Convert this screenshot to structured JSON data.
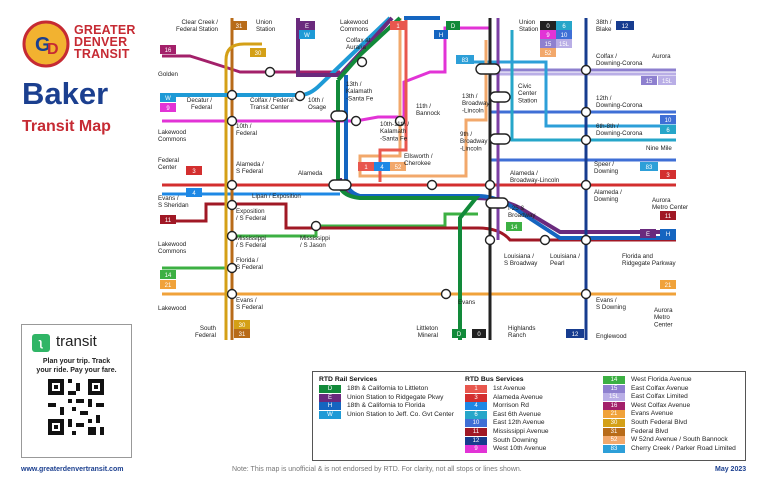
{
  "brand": {
    "logo_line1": "GREATER",
    "logo_line2": "DENVER",
    "logo_line3": "TRANSIT",
    "title": "Baker",
    "subtitle": "Transit Map"
  },
  "transit_app": {
    "name": "transit",
    "tagline1": "Plan your trip. Track",
    "tagline2": "your ride. Pay your fare."
  },
  "footer": {
    "website": "www.greaterdenvertransit.com",
    "note": "Note: This map is unofficial & is not endorsed by RTD. For clarity, not all stops or lines shown.",
    "date": "May 2023"
  },
  "colors": {
    "brand_red": "#c62a33",
    "brand_blue": "#1b3f8f",
    "rail_D": "#128a3a",
    "rail_E": "#6a2a7d",
    "rail_H": "#1565c0",
    "rail_W": "#1e9ad6"
  },
  "legend": {
    "rail_title": "RTD Rail Services",
    "bus_title": "RTD Bus Services",
    "rail": [
      {
        "route": "D",
        "name": "18th & California to Littleton",
        "color": "#128a3a"
      },
      {
        "route": "E",
        "name": "Union Station to Ridgegate Pkwy",
        "color": "#6a2a7d"
      },
      {
        "route": "H",
        "name": "18th & California to Florida",
        "color": "#1565c0"
      },
      {
        "route": "W",
        "name": "Union Station to Jeff. Co. Gvt Center",
        "color": "#1e9ad6"
      }
    ],
    "bus_col1": [
      {
        "route": "1",
        "name": "1st Avenue",
        "color": "#e8574e"
      },
      {
        "route": "3",
        "name": "Alameda Avenue",
        "color": "#d32f2f"
      },
      {
        "route": "4",
        "name": "Morrison Rd",
        "color": "#1e88e5"
      },
      {
        "route": "6",
        "name": "East 6th Avenue",
        "color": "#26a6c9"
      },
      {
        "route": "10",
        "name": "East 12th Avenue",
        "color": "#3f6fd6"
      },
      {
        "route": "11",
        "name": "Mississippi Avenue",
        "color": "#a01825"
      },
      {
        "route": "12",
        "name": "South Downing",
        "color": "#173c8f"
      },
      {
        "route": "9",
        "name": "West 10th Avenue",
        "color": "#e233d6"
      }
    ],
    "bus_col2": [
      {
        "route": "14",
        "name": "West Florida Avenue",
        "color": "#3cb043"
      },
      {
        "route": "15",
        "name": "East Colfax Avenue",
        "color": "#8e80cf"
      },
      {
        "route": "15L",
        "name": "East Colfax Limited",
        "color": "#b9aee6"
      },
      {
        "route": "16",
        "name": "West Colfax Avenue",
        "color": "#a3206a"
      },
      {
        "route": "21",
        "name": "Evans Avenue",
        "color": "#f0a23a"
      },
      {
        "route": "30",
        "name": "South Federal Blvd",
        "color": "#d4a017"
      },
      {
        "route": "31",
        "name": "Federal Blvd",
        "color": "#b86b18"
      },
      {
        "route": "52",
        "name": "W 52nd Avenue / South Bannock",
        "color": "#f2a86b"
      },
      {
        "route": "83",
        "name": "Cherry Creek / Parker Road Limited",
        "color": "#2d9fd8"
      }
    ]
  },
  "stations": {
    "clear_creek": "Clear Creek /\nFederal Station",
    "union_top": "Union\nStation",
    "lakewood_commons_aur": "Lakewood\nCommons",
    "union_right": "Union\nStation",
    "blake": "38th /\nBlake",
    "golden": "Golden",
    "colfax_auraria": "Colfax at\nAuraria",
    "decatur": "Decatur /\nFederal",
    "colfax_federal": "Colfax / Federal\nTransit Center",
    "osage": "10th /\nOsage",
    "kalamath13": "13th /\nKalamath\n-Santa Fe",
    "bannock11": "11th /\nBannock",
    "broadway13": "13th /\nBroadway\n-Lincoln",
    "civic": "Civic\nCenter\nStation",
    "colfax_downing": "Colfax /\nDowning-Corona",
    "aurora1": "Aurora",
    "lakewood_commons_l": "Lakewood\nCommons",
    "federal10": "10th /\nFederal",
    "kalamath10": "10th-11th /\nKalamath\n-Santa Fe",
    "broadway9": "9th /\nBroadway\n-Lincoln",
    "downing12": "12th /\nDowning-Corona",
    "downing6": "6th-8th /\nDowning-Corona",
    "ninemile": "Nine Mile",
    "federal_center": "Federal\nCenter",
    "alameda_federal": "Alameda /\nS Federal",
    "alameda": "Alameda",
    "ellsworth": "Ellsworth /\nCherokee",
    "alameda_broadway": "Alameda /\nBroadway-Lincoln",
    "speer": "Speer /\nDowning",
    "sheridan": "Evans /\nS Sheridan",
    "lipan": "Lipan / Exposition",
    "alameda_downing": "Alameda /\nDowning",
    "aurora_metro1": "Aurora\nMetro Center",
    "exposition": "Exposition\n/ S Federal",
    "i25": "I-25 &\nBroadway",
    "miss_federal": "Mississippi\n/ S Federal",
    "miss_jason": "Mississippi\n/ S Jason",
    "lakewood_commons_b": "Lakewood\nCommons",
    "florida_federal": "Florida /\nS Federal",
    "louisiana_broadway": "Louisiana /\nS Broadway",
    "louisiana_pearl": "Louisiana /\nPearl",
    "florida_ridgegate": "Florida and\nRidgegate Parkway",
    "lakewood": "Lakewood",
    "evans_federal": "Evans /\nS Federal",
    "evans": "Evans",
    "evans_downing": "Evans /\nS Downing",
    "aurora_metro2": "Aurora\nMetro\nCenter",
    "south_federal": "South\nFederal",
    "littleton": "Littleton\nMineral",
    "highlands": "Highlands\nRanch",
    "englewood": "Englewood"
  }
}
